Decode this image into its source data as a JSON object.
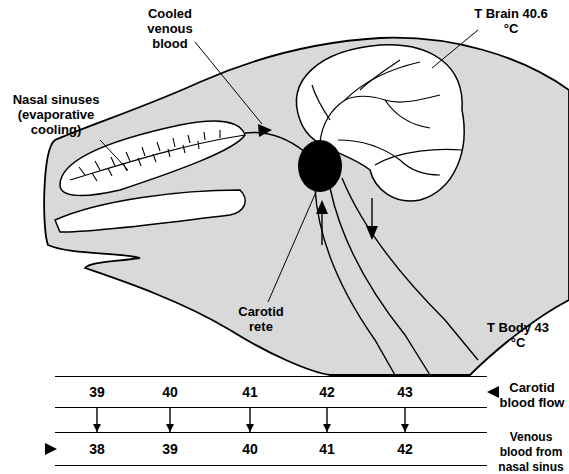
{
  "diagram": {
    "nodes": [
      {
        "text": [
          "39",
          "40",
          "41",
          "42",
          "43"
        ]
      },
      {
        "text": [
          "38",
          "39",
          "40",
          "41",
          "42"
        ]
      }
    ],
    "edges": [
      {
        "from": 0,
        "to": 1,
        "arrow": "to"
      },
      {
        "from": 0,
        "to": 1,
        "arrow": "to"
      },
      {
        "from": 0,
        "to": 1,
        "arrow": "to"
      },
      {
        "from": 0,
        "to": 1,
        "arrow": "to"
      },
      {
        "from": 0,
        "to": 1,
        "arrow": "to"
      }
    ],
    "labels": [
      "Cooled venous blood",
      "T Brain 40.6 °C",
      "Nasal sinuses (evaporative cooling)",
      "Carotid rete",
      "T Body 43 °C",
      "Carotid blood flow",
      "Venous blood from nasal sinus"
    ]
  }
}
